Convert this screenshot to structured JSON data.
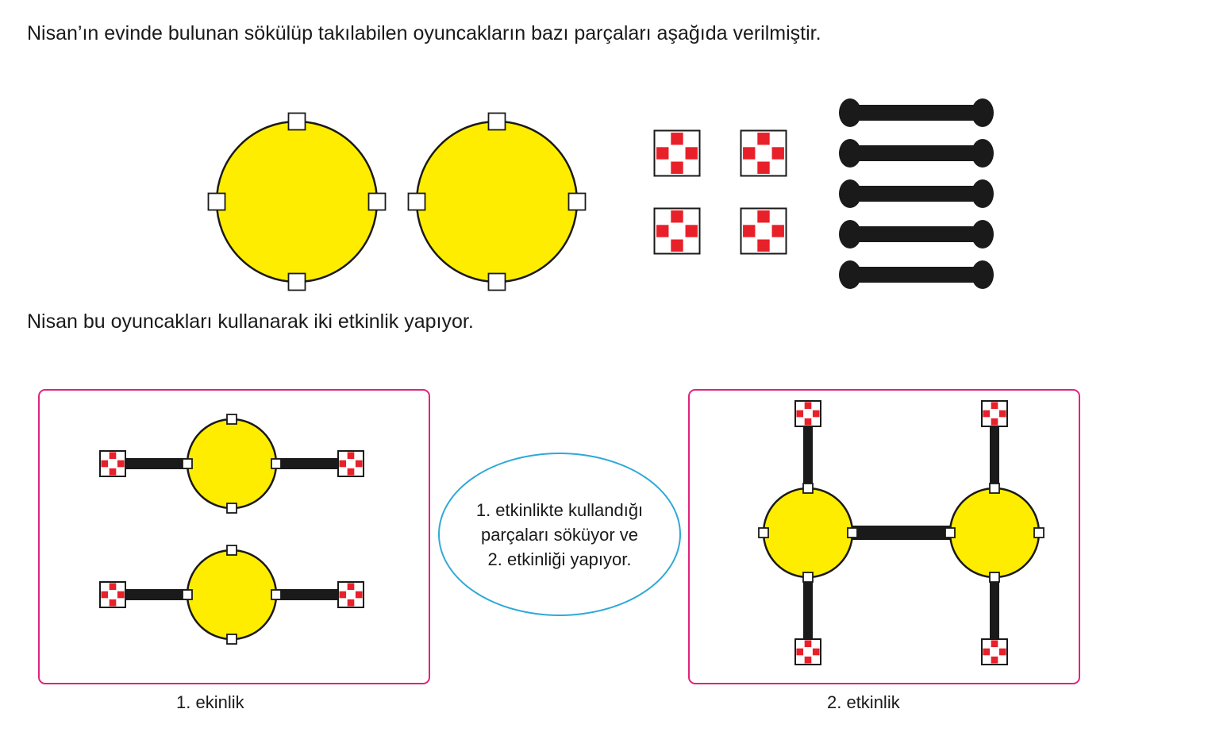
{
  "intro_text": "Nisan’ın evinde bulunan sökülüp takılabilen oyuncakların bazı parçaları aşağıda verilmiştir.",
  "middle_text": "Nisan bu oyuncakları kullanarak iki etkinlik yapıyor.",
  "bubble_lines": [
    "1. etkinlikte kullandığı",
    "parçaları söküyor ve",
    "2. etkinliği yapıyor."
  ],
  "caption_1": "1. ekinlik",
  "caption_2": "2. etkinlik",
  "colors": {
    "wheel_fill": "#ffed00",
    "outline": "#1a1a1a",
    "bar": "#1a1a1a",
    "connector_red": "#e8202a",
    "frame": "#e0237f",
    "bubble": "#2ea9d8"
  }
}
